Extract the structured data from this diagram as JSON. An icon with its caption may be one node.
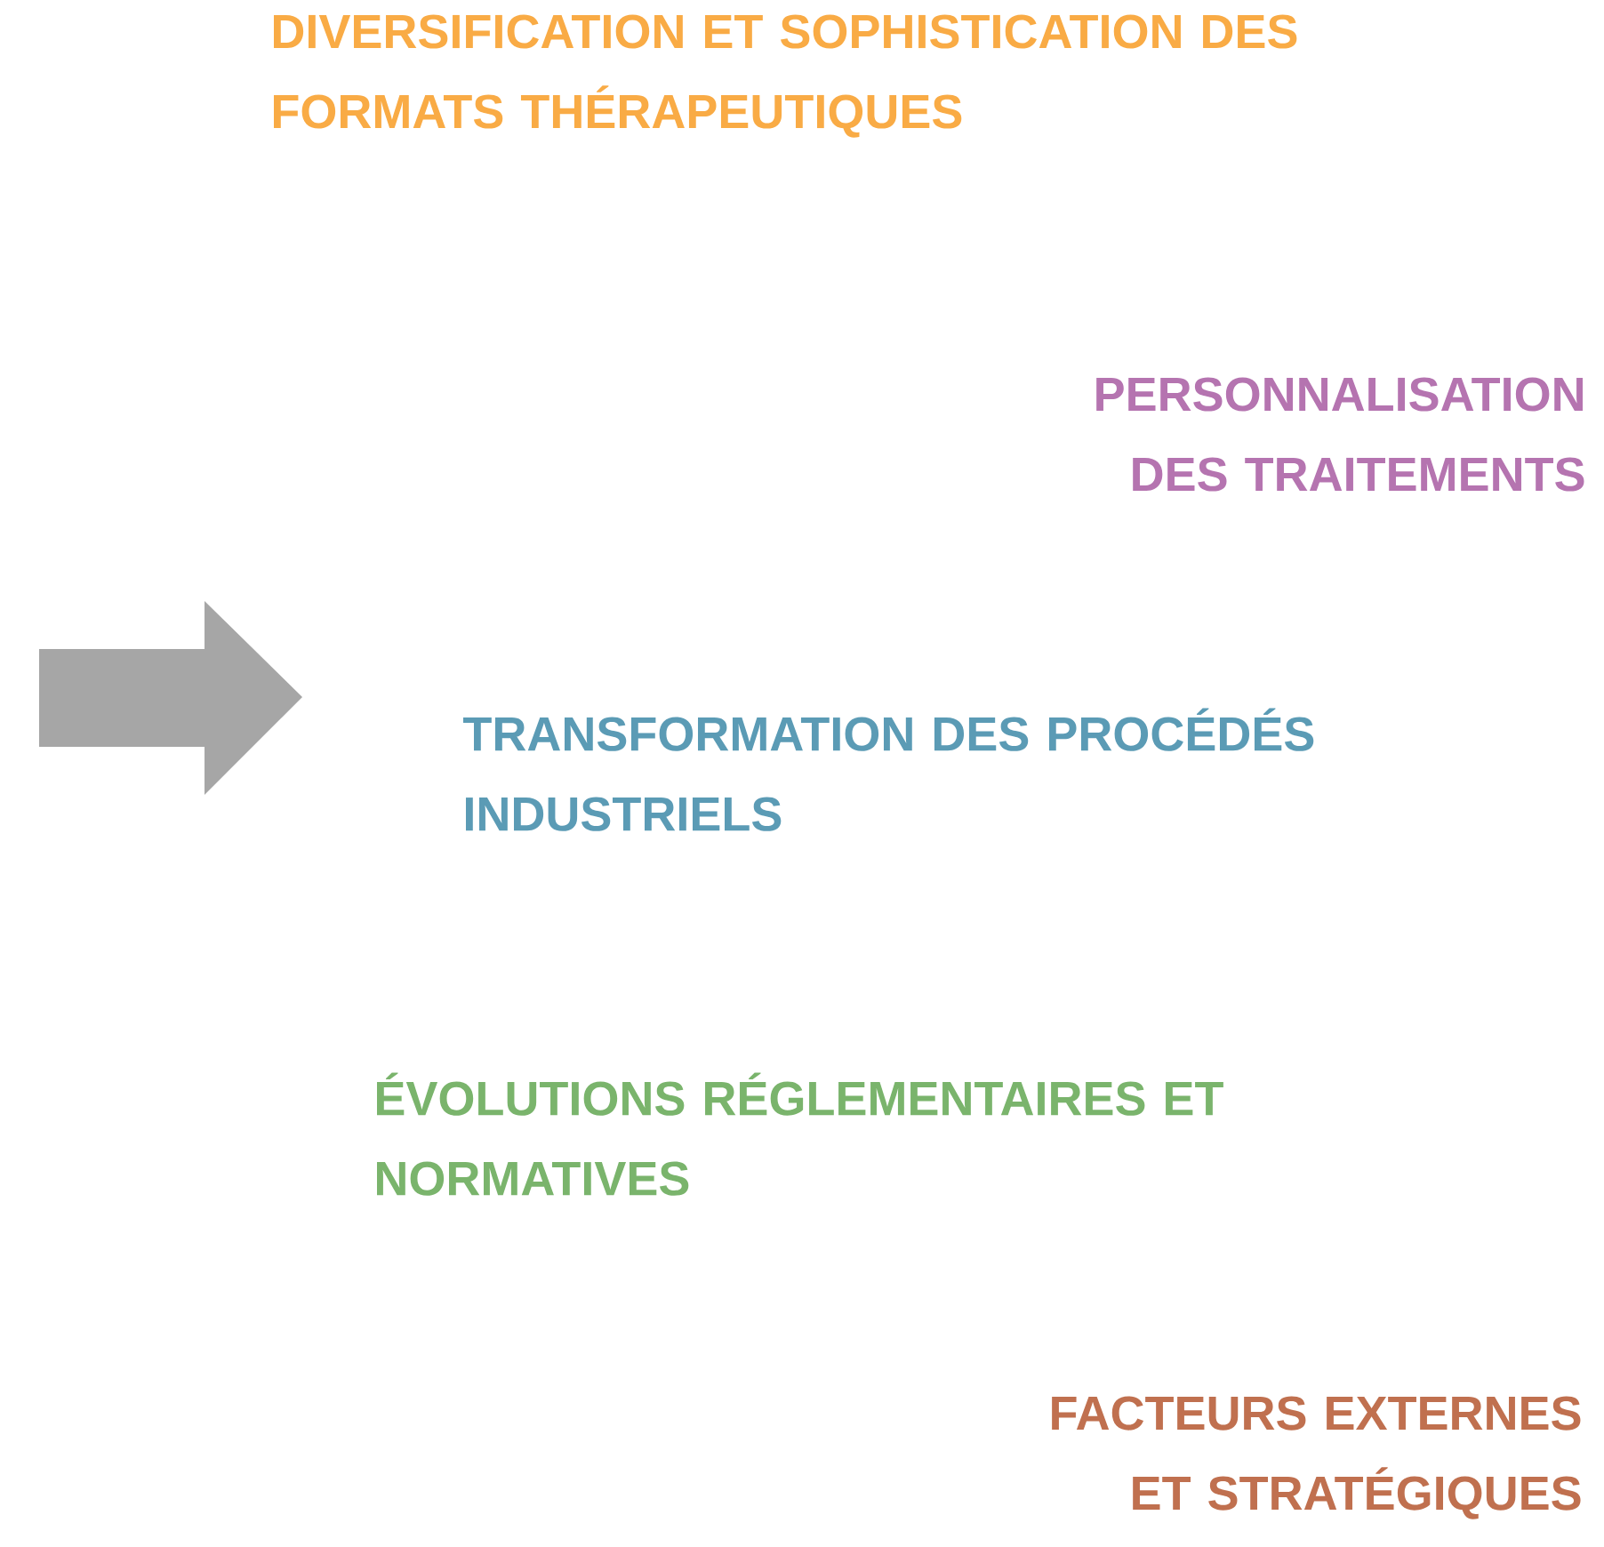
{
  "diagram": {
    "labels": [
      "DIVERSIFICATION ET SOPHISTICATION DES FORMATS THÉRAPEUTIQUES",
      "PERSONNALISATION DES TRAITEMENTS",
      "TRANSFORMATION DES PROCÉDÉS INDUSTRIELS",
      "ÉVOLUTIONS RÉGLEMENTAIRES ET NORMATIVES",
      "FACTEURS EXTERNES ET STRATÉGIQUES"
    ]
  }
}
